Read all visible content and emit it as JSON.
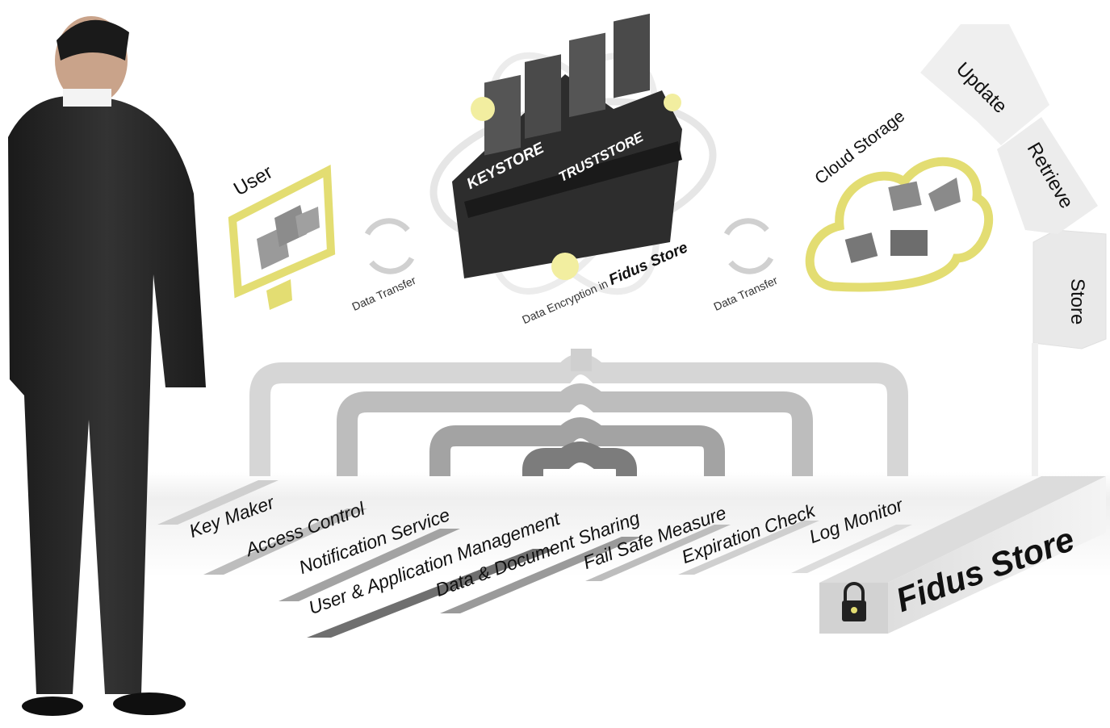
{
  "user": {
    "label": "User",
    "icon": "monitor-icon"
  },
  "transfer_left": "Data Transfer",
  "transfer_right": "Data Transfer",
  "center": {
    "keystore": "KEYSTORE",
    "truststore": "TRUSTSTORE",
    "caption_prefix": "Data Encryption in",
    "caption_brand": "Fidus Store"
  },
  "cloud": {
    "label": "Cloud Storage",
    "icon": "cloud-icon"
  },
  "cycle": [
    "Update",
    "Retrieve",
    "Store"
  ],
  "features": [
    "Key Maker",
    "Access Control",
    "Notification Service",
    "User & Application Management",
    "Data & Document Sharing",
    "Fail Safe Measure",
    "Expiration Check",
    "Log Monitor"
  ],
  "platform": {
    "title": "Fidus Store",
    "icon": "padlock-icon"
  },
  "colors": {
    "accent_yellow": "#e6e07a",
    "dark": "#2b2b2b",
    "pipe_light": "#d4d4d4",
    "pipe_mid": "#a8a8a8",
    "pipe_dark": "#7a7a7a"
  }
}
